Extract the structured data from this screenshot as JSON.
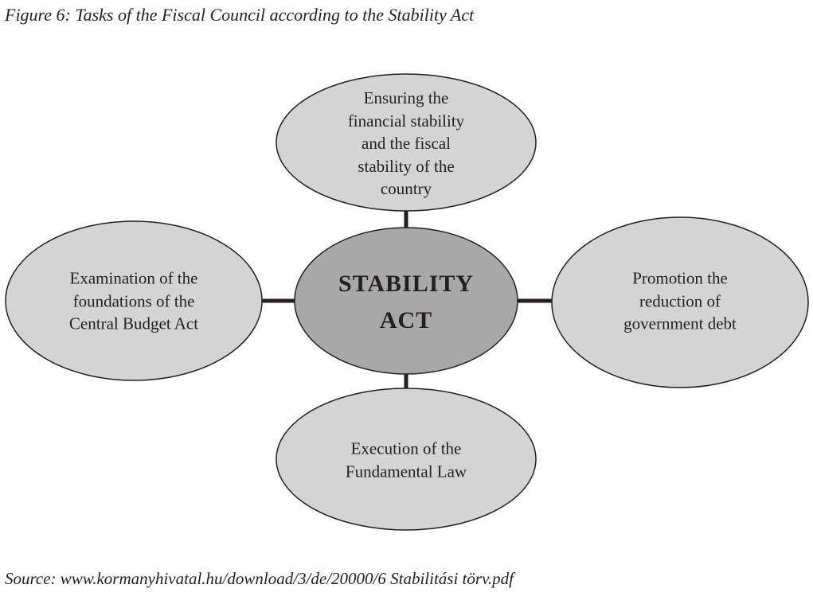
{
  "title": "Figure 6: Tasks of the Fiscal Council according to the Stability Act",
  "source": "Source: www.kormanyhivatal.hu/download/3/de/20000/6 Stabilitási törv.pdf",
  "diagram": {
    "center": {
      "lines": [
        "STABILITY",
        "ACT"
      ],
      "color": "#a8a8a8"
    },
    "nodes": [
      {
        "id": "top",
        "lines": [
          "Ensuring the",
          "financial stability",
          "and the fiscal",
          "stability of the",
          "country"
        ]
      },
      {
        "id": "left",
        "lines": [
          "Examination of the",
          "foundations of the",
          "Central Budget Act"
        ]
      },
      {
        "id": "right",
        "lines": [
          "Promotion the",
          "reduction of",
          "government debt"
        ]
      },
      {
        "id": "bottom",
        "lines": [
          "Execution of the",
          "Fundamental Law"
        ]
      }
    ],
    "node_color": "#d4d4d4",
    "connector_color": "#231f20"
  }
}
